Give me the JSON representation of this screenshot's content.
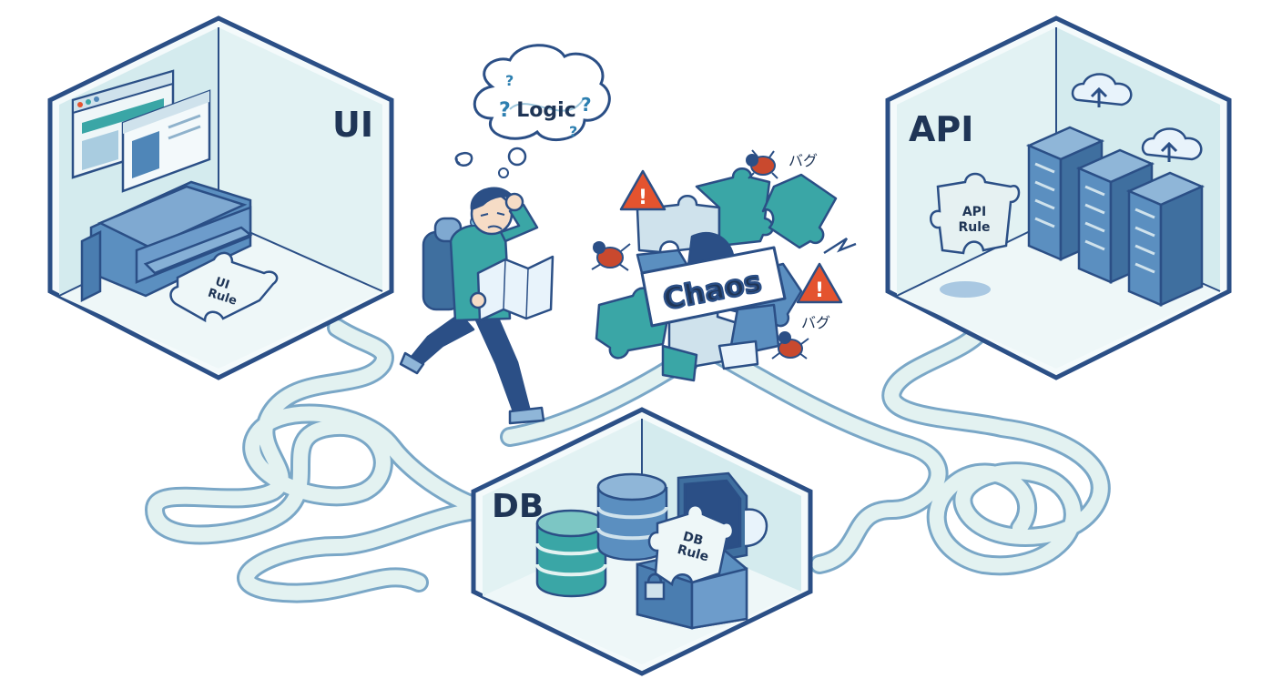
{
  "rooms": {
    "ui": {
      "label": "UI",
      "rule_line1": "UI",
      "rule_line2": "Rule"
    },
    "api": {
      "label": "API",
      "rule_line1": "API",
      "rule_line2": "Rule"
    },
    "db": {
      "label": "DB",
      "rule_line1": "DB",
      "rule_line2": "Rule"
    }
  },
  "thought": {
    "text": "Logic",
    "mark": "?"
  },
  "chaos": {
    "label": "Chaos",
    "bug_label": "バグ",
    "warning_mark": "!"
  },
  "colors": {
    "outline": "#2b4f86",
    "wall": "#d9eef0",
    "floor": "#eef7f8",
    "teal": "#3aa6a6",
    "blue": "#4f86b8",
    "path": "#dcefee",
    "warning": "#e4532f",
    "bug": "#c9492e"
  }
}
